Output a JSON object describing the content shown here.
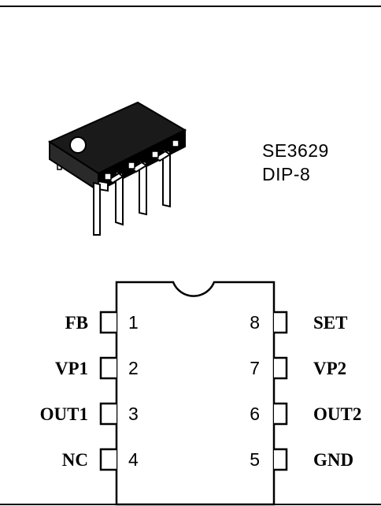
{
  "package": {
    "part_number": "SE3629",
    "package_type": "DIP-8"
  },
  "pins": {
    "left": [
      {
        "number": "1",
        "name": "FB"
      },
      {
        "number": "2",
        "name": "VP1"
      },
      {
        "number": "3",
        "name": "OUT1"
      },
      {
        "number": "4",
        "name": "NC"
      }
    ],
    "right": [
      {
        "number": "8",
        "name": "SET"
      },
      {
        "number": "7",
        "name": "VP2"
      },
      {
        "number": "6",
        "name": "OUT2"
      },
      {
        "number": "5",
        "name": "GND"
      }
    ]
  }
}
